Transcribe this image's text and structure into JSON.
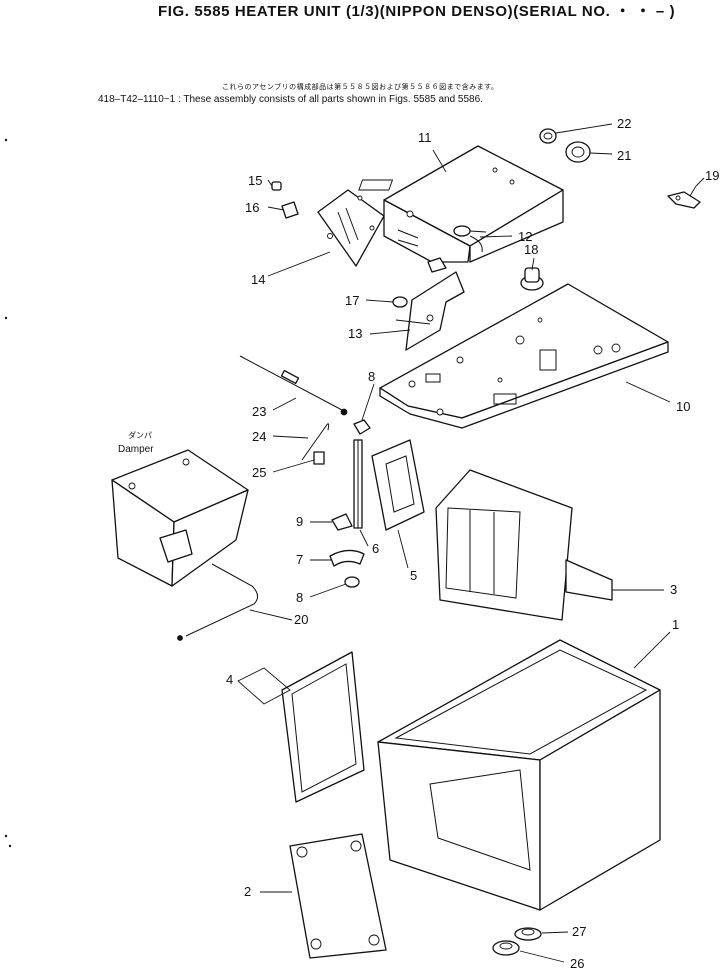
{
  "title": "FIG. 5585  HEATER UNIT (1/3)(NIPPON DENSO)(SERIAL NO.  ・  ・ – )",
  "note_jp": "これらのアセンブリの構成部品は第５５８５図および第５５８６図まで含みます。",
  "note_en": "418–T42–1110~1 : These assembly consists of all parts shown in Figs. 5585 and 5586.",
  "damper_jp": "ダンパ",
  "damper_en": "Damper",
  "callouts": {
    "c1": "1",
    "c2": "2",
    "c3": "3",
    "c4": "4",
    "c5": "5",
    "c6": "6",
    "c7": "7",
    "c8a": "8",
    "c8b": "8",
    "c9": "9",
    "c10": "10",
    "c11": "11",
    "c12": "12",
    "c13": "13",
    "c14": "14",
    "c15": "15",
    "c16": "16",
    "c17": "17",
    "c18": "18",
    "c19": "19",
    "c20": "20",
    "c21": "21",
    "c22": "22",
    "c23": "23",
    "c24": "24",
    "c25": "25",
    "c26": "26",
    "c27": "27"
  }
}
